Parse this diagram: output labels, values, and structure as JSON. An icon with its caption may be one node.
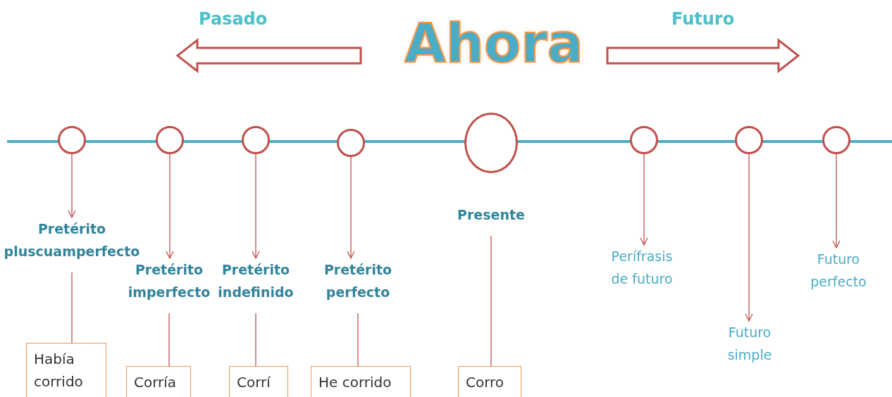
{
  "diagram": {
    "nodes": [
      {
        "text": [],
        "shape": "circle"
      },
      {
        "text": [],
        "shape": "circle"
      },
      {
        "text": [],
        "shape": "circle"
      },
      {
        "text": [],
        "shape": "circle"
      },
      {
        "text": [],
        "shape": "circle"
      },
      {
        "text": [],
        "shape": "circle"
      },
      {
        "text": [],
        "shape": "circle"
      },
      {
        "text": [],
        "shape": "circle"
      },
      {
        "text": [
          "Pretérito pluscuamperfecto"
        ]
      },
      {
        "text": [
          "Pretérito imperfecto"
        ]
      },
      {
        "text": [
          "Pretérito indefinido"
        ]
      },
      {
        "text": [
          "Pretérito perfecto"
        ]
      },
      {
        "text": [
          "Presente"
        ]
      },
      {
        "text": [
          "Perífrasis de futuro"
        ]
      },
      {
        "text": [
          "Futuro simple"
        ]
      },
      {
        "text": [
          "Futuro perfecto"
        ]
      },
      {
        "text": [
          "Había corrido"
        ]
      },
      {
        "text": [
          "Corría"
        ]
      },
      {
        "text": [
          "Corrí"
        ]
      },
      {
        "text": [
          "He corrido"
        ]
      },
      {
        "text": [
          "Corro"
        ]
      }
    ],
    "edges": [
      {
        "from": 0,
        "to": 8,
        "arrow": "to"
      },
      {
        "from": 1,
        "to": 9,
        "arrow": "to"
      },
      {
        "from": 2,
        "to": 10,
        "arrow": "to"
      },
      {
        "from": 3,
        "to": 11,
        "arrow": "to"
      },
      {
        "from": 5,
        "to": 13,
        "arrow": "to"
      },
      {
        "from": 6,
        "to": 14,
        "arrow": "to"
      },
      {
        "from": 7,
        "to": 15,
        "arrow": "to"
      },
      {
        "from": 8,
        "to": 16,
        "arrow": "none"
      },
      {
        "from": 9,
        "to": 17,
        "arrow": "none"
      },
      {
        "from": 10,
        "to": 18,
        "arrow": "none"
      },
      {
        "from": 11,
        "to": 19,
        "arrow": "none"
      },
      {
        "from": 12,
        "to": 20,
        "arrow": "none"
      }
    ],
    "labels": [
      "Pasado",
      "Ahora",
      "Futuro"
    ]
  }
}
